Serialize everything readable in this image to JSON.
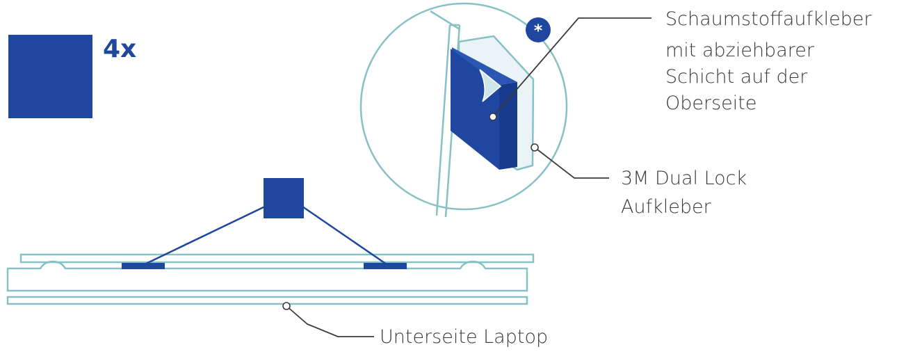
{
  "colors": {
    "blue": "#1f47a0",
    "outline": "#87c1c6",
    "line": "#3a3a3a",
    "text": "#3a3a3a"
  },
  "quantity": "4x",
  "badge_icon": "asterisk-icon",
  "labels": {
    "foam_sticker": [
      "Schaumstoffaufkleber",
      "mit abziehbarer",
      "Schicht auf der",
      "Oberseite"
    ],
    "dual_lock": [
      "3M Dual Lock",
      "Aufkleber"
    ],
    "laptop_bottom": "Unterseite Laptop"
  }
}
